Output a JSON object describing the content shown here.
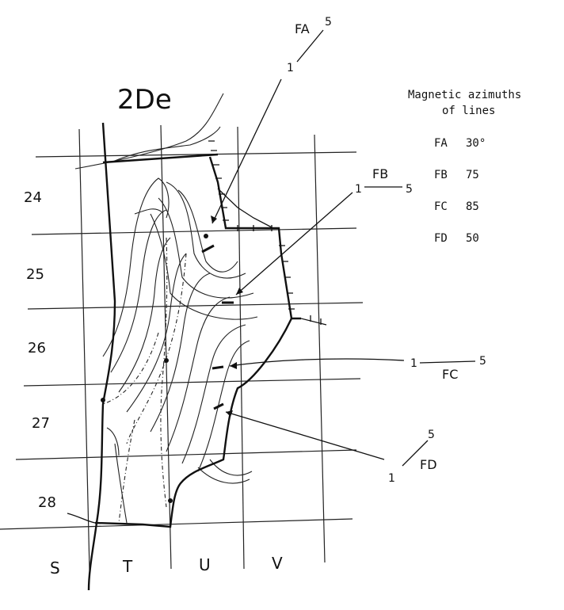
{
  "map": {
    "title": "2De",
    "legend": {
      "heading_line1": "Magnetic azimuths",
      "heading_line2": "of lines",
      "rows": [
        {
          "code": "FA",
          "value": "30°"
        },
        {
          "code": "FB",
          "value": "75"
        },
        {
          "code": "FC",
          "value": "85"
        },
        {
          "code": "FD",
          "value": "50"
        }
      ]
    },
    "row_labels": [
      "24",
      "25",
      "26",
      "27",
      "28"
    ],
    "column_labels": [
      "S",
      "T",
      "U",
      "V"
    ],
    "strike_dip": [
      {
        "name": "FA",
        "left": "1",
        "right": "5"
      },
      {
        "name": "FB",
        "left": "1",
        "right": "5"
      },
      {
        "name": "FC",
        "left": "1",
        "right": "5"
      },
      {
        "name": "FD",
        "left": "1",
        "right": "5"
      }
    ]
  }
}
